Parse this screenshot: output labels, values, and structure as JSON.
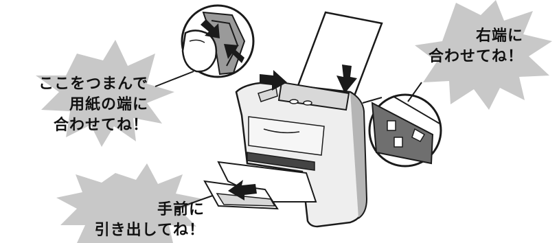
{
  "captions": {
    "squeeze_guide": [
      "ここをつまんで",
      "用紙の端に",
      "合わせてね！"
    ],
    "align_right": [
      "右端に",
      "合わせてね！"
    ],
    "pull_out_tray": [
      "手前に",
      "引き出してね！"
    ]
  },
  "colors": {
    "burst": "#c8c8c8",
    "outline": "#1a1a1a",
    "printer_body": "#eeeeee",
    "printer_shade": "#b5b5b5",
    "paper": "#ffffff",
    "arrow": "#1a1a1a"
  },
  "icons": [
    "thumb-pinch-icon",
    "push-arrow-icon",
    "down-arrow-icon",
    "pull-arrow-icon",
    "paper-edge-icon"
  ]
}
